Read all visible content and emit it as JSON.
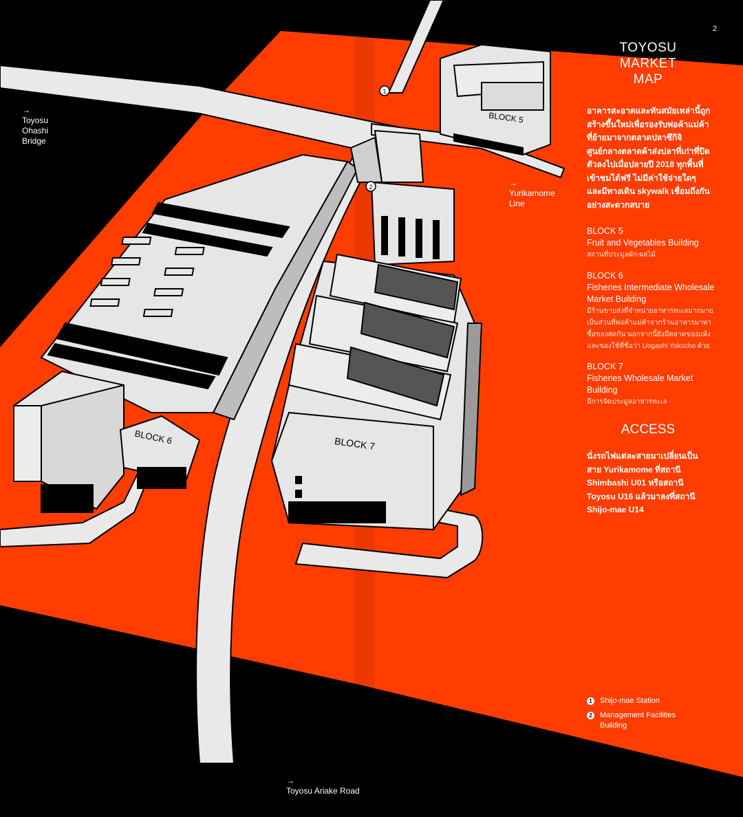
{
  "page_number": "2",
  "title_lines": [
    "TOYOSU",
    "MARKET",
    "MAP"
  ],
  "intro": "อาคารสะอาดและทันสมัยเหล่านี้ถูกสร้างขึ้นใหม่เพื่อรองรับพ่อค้าแม่ค้าที่ย้ายมาจากตลาดปลาซึกิจิ ศูนย์กลางตลาดค้าส่งปลาที่เก่าที่ปิดตัวลงไปเมื่อปลายปี 2018 ทุกพื้นที่เข้าชมได้ฟรี ไม่มีค่าใช้จ่ายใดๆ และมีทางเดิน skywalk เชื่อมถึงกันอย่างสะดวกสบาย",
  "blocks": [
    {
      "name": "BLOCK 5",
      "title": "Fruit and Vegetables Building",
      "desc": "สถานที่ประมูลผัก-ผลไม้"
    },
    {
      "name": "BLOCK 6",
      "title": "Fisheries Intermediate Wholesale Market Building",
      "desc": "มีร้านขายส่งที่จำหน่ายอาหารทะเลมากมาย เป็นส่วนที่พ่อค้าแม่ค้าจากร้านอาหารมาหาซื้อของสดกัน นอกจากนี้ยังมีตลาดของแห้งและของใช้ที่ชื่อว่า Uogashi Yokocho ด้วย"
    },
    {
      "name": "BLOCK 7",
      "title": "Fisheries Wholesale Market Building",
      "desc": "มีการจัดประมูลอาหารทะเล"
    }
  ],
  "access": {
    "title": "ACCESS",
    "text": "นั่งรถไฟแต่ละสายมาเปลี่ยนเป็นสาย Yurikamome ที่สถานี Shimbashi U01 หรือสถานี Toyosu U16 แล้วมาลงที่สถานี Shijo-mae U14"
  },
  "legend": [
    {
      "num": "1",
      "text": "Shijo-mae Station"
    },
    {
      "num": "2",
      "text": "Management Facilities Building"
    }
  ],
  "map_labels": {
    "arrow": "→",
    "bridge": "Toyosu Ohashi Bridge",
    "yurikamome": "Yurikamome Line",
    "road": "Toyosu Ariake Road",
    "block5": "BLOCK 5",
    "block6": "BLOCK 6",
    "block7": "BLOCK 7",
    "marker1": "1",
    "marker2": "2"
  },
  "colors": {
    "background": "#000000",
    "ground": "#ff3d00",
    "building": "#e6e6e6",
    "road": "#e9e9e9",
    "line": "#000000",
    "text": "#ffffff"
  }
}
